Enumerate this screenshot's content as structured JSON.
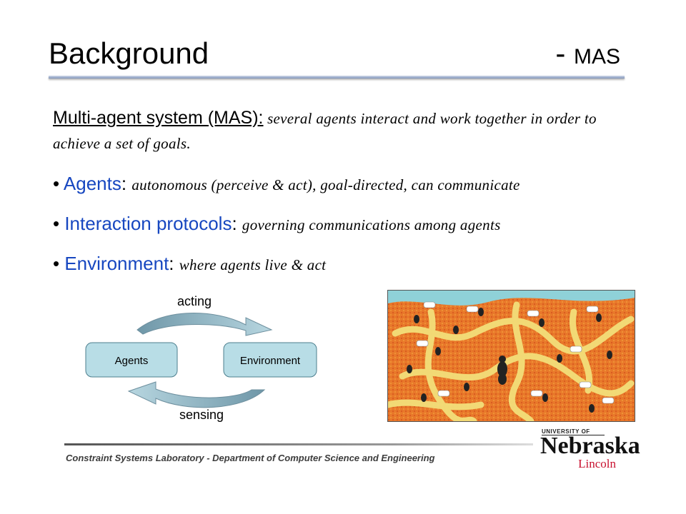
{
  "title": {
    "main": "Background",
    "dash": "- ",
    "suffix": "MAS"
  },
  "definition": {
    "term": "Multi-agent system (MAS):",
    "description": " several agents interact and work together in order to achieve a set of goals."
  },
  "bullets": [
    {
      "marker": "• ",
      "label": "Agents",
      "colon": ": ",
      "description": "autonomous (perceive & act), goal-directed, can communicate"
    },
    {
      "marker": "• ",
      "label": "Interaction protocols",
      "colon": ": ",
      "description": "governing communications among agents"
    },
    {
      "marker": "• ",
      "label": "Environment",
      "colon": ": ",
      "description": "where agents live & act"
    }
  ],
  "diagram": {
    "top_label": "acting",
    "bottom_label": "sensing",
    "left_node": "Agents",
    "right_node": "Environment",
    "node_fill": "#b8dde6",
    "arrow_fill": "#8fb9c8"
  },
  "footer": {
    "text": "Constraint Systems Laboratory - Department of Computer Science and Engineering"
  },
  "logo": {
    "university": "UNIVERSITY OF",
    "name": "Nebraska",
    "city": "Lincoln"
  },
  "colors": {
    "bullet_label": "#1747c0",
    "background": "#ffffff"
  }
}
